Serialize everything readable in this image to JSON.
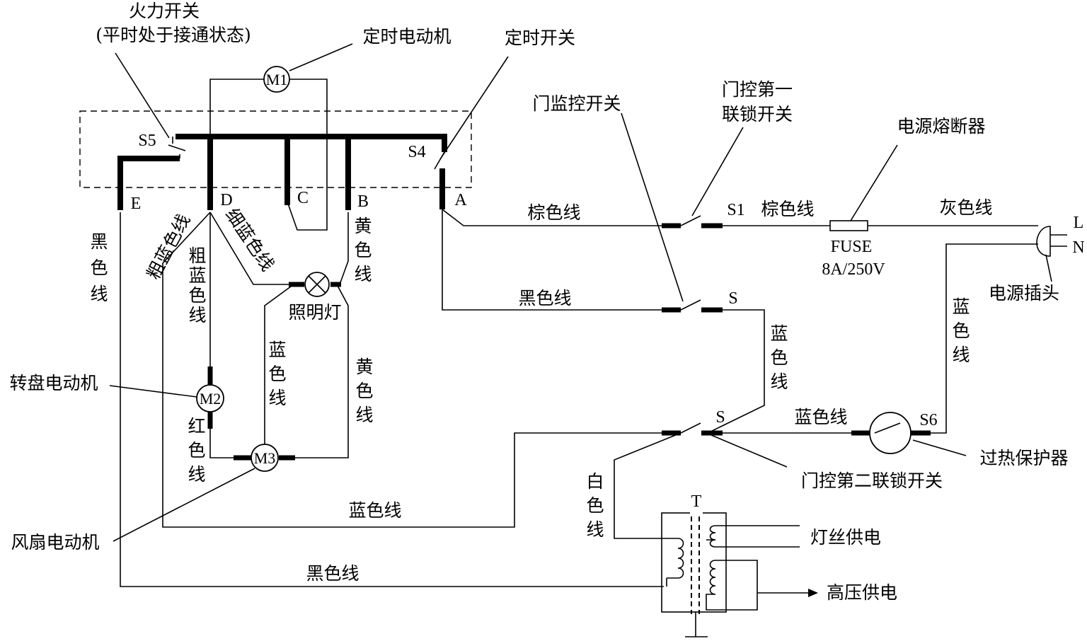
{
  "diagram": {
    "fire_switch": {
      "name": "火力开关",
      "note": "(平时处于接通状态)",
      "id": "S5"
    },
    "timer_motor": {
      "name": "定时电动机",
      "id": "M1"
    },
    "timer_switch": {
      "name": "定时开关",
      "id": "S4"
    },
    "terminals": [
      "E",
      "D",
      "C",
      "B",
      "A"
    ],
    "door_monitor_switch": "门监控开关",
    "door_interlock_1": {
      "name_line1": "门控第一",
      "name_line2": "联锁开关",
      "id": "S1"
    },
    "power_fuse": {
      "name": "电源熔断器",
      "type": "FUSE",
      "rating": "8A/250V"
    },
    "power_plug": {
      "name": "电源插头",
      "pin_L": "L",
      "pin_N": "N"
    },
    "door_interlock_2": {
      "name": "门控第二联锁开关",
      "id": "S"
    },
    "monitor_switch_id": "S",
    "thermal_protector": {
      "name": "过热保护器",
      "id": "S6"
    },
    "turntable_motor": {
      "name": "转盘电动机",
      "id": "M2"
    },
    "fan_motor": {
      "name": "风扇电动机",
      "id": "M3"
    },
    "lamp": {
      "name": "照明灯"
    },
    "transformer": {
      "id": "T",
      "filament": "灯丝供电",
      "high_voltage": "高压供电"
    },
    "wires": {
      "black": "黑色线",
      "thick_blue": "粗蓝色线",
      "thin_blue": "细蓝色线",
      "yellow": "黄色线",
      "brown": "棕色线",
      "gray": "灰色线",
      "blue": "蓝色线",
      "red": "红色线",
      "white": "白色线"
    }
  }
}
